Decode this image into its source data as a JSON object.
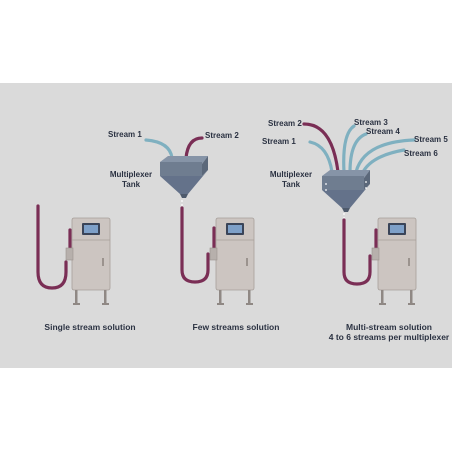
{
  "colors": {
    "background": "#dadada",
    "product_line": "#7a2e55",
    "stream_line": "#7fb0c0",
    "cabinet": "#ccc5c1",
    "tank": "#6f7d90",
    "label": "#2b3242"
  },
  "icons": [
    "analyzer-cabinet",
    "multiplexer-tank",
    "sample-hose"
  ],
  "captions": {
    "single": "Single stream solution",
    "few": "Few streams solution",
    "multi_line1": "Multi-stream solution",
    "multi_line2": "4 to 6 streams per multiplexer"
  },
  "few_streams": {
    "stream1": "Stream 1",
    "stream2": "Stream 2",
    "tank_line1": "Multiplexer",
    "tank_line2": "Tank"
  },
  "multi_streams": {
    "stream1": "Stream 1",
    "stream2": "Stream 2",
    "stream3": "Stream 3",
    "stream4": "Stream 4",
    "stream5": "Stream 5",
    "stream6": "Stream 6",
    "tank_line1": "Multiplexer",
    "tank_line2": "Tank"
  }
}
